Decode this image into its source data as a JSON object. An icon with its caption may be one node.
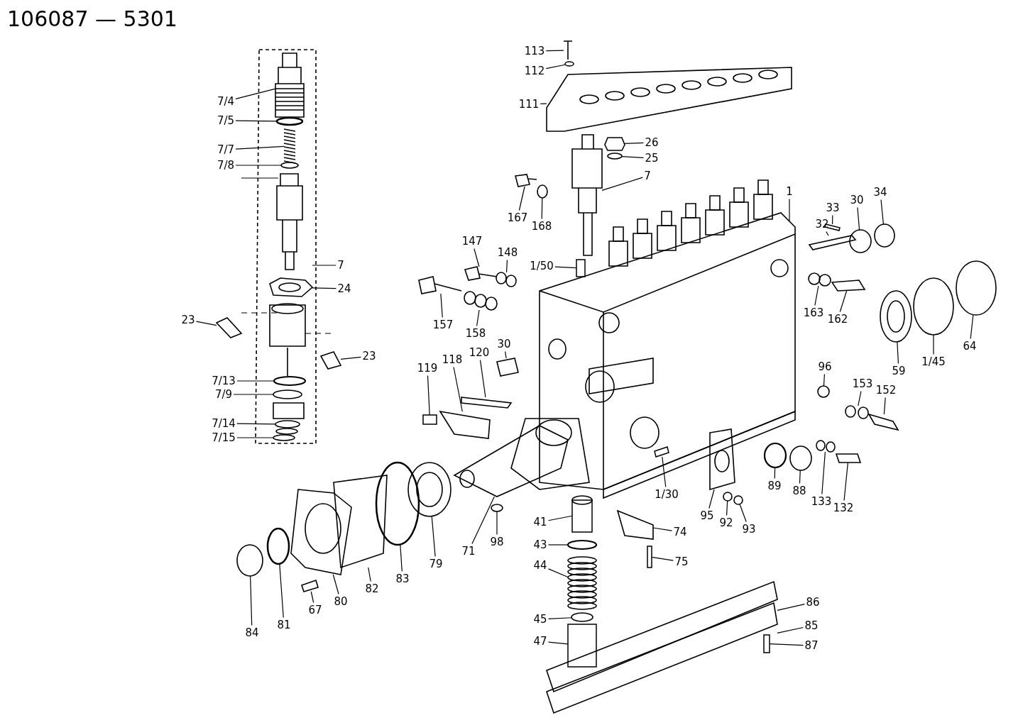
{
  "diagram": {
    "title": "106087 — 5301",
    "nodes": [
      {
        "text": [
          "7/4"
        ]
      },
      {
        "text": [
          "7/5"
        ]
      },
      {
        "text": [
          "7/7"
        ]
      },
      {
        "text": [
          "7/8"
        ]
      },
      {
        "text": [
          "7"
        ]
      },
      {
        "text": [
          "24"
        ]
      },
      {
        "text": [
          "23"
        ]
      },
      {
        "text": [
          "23"
        ]
      },
      {
        "text": [
          "7/13"
        ]
      },
      {
        "text": [
          "7/9"
        ]
      },
      {
        "text": [
          "7/14"
        ]
      },
      {
        "text": [
          "7/15"
        ]
      },
      {
        "text": [
          "113"
        ]
      },
      {
        "text": [
          "112"
        ]
      },
      {
        "text": [
          "111"
        ]
      },
      {
        "text": [
          "26"
        ]
      },
      {
        "text": [
          "25"
        ]
      },
      {
        "text": [
          "7"
        ]
      },
      {
        "text": [
          "167"
        ]
      },
      {
        "text": [
          "168"
        ]
      },
      {
        "text": [
          "147"
        ]
      },
      {
        "text": [
          "148"
        ]
      },
      {
        "text": [
          "1/50"
        ]
      },
      {
        "text": [
          "157"
        ]
      },
      {
        "text": [
          "158"
        ]
      },
      {
        "text": [
          "119"
        ]
      },
      {
        "text": [
          "118"
        ]
      },
      {
        "text": [
          "120"
        ]
      },
      {
        "text": [
          "30"
        ]
      },
      {
        "text": [
          "32"
        ]
      },
      {
        "text": [
          "33"
        ]
      },
      {
        "text": [
          "30"
        ]
      },
      {
        "text": [
          "34"
        ]
      },
      {
        "text": [
          "1"
        ]
      },
      {
        "text": [
          "163"
        ]
      },
      {
        "text": [
          "162"
        ]
      },
      {
        "text": [
          "59"
        ]
      },
      {
        "text": [
          "1/45"
        ]
      },
      {
        "text": [
          "64"
        ]
      },
      {
        "text": [
          "96"
        ]
      },
      {
        "text": [
          "153"
        ]
      },
      {
        "text": [
          "152"
        ]
      },
      {
        "text": [
          "89"
        ]
      },
      {
        "text": [
          "88"
        ]
      },
      {
        "text": [
          "133"
        ]
      },
      {
        "text": [
          "132"
        ]
      },
      {
        "text": [
          "1/30"
        ]
      },
      {
        "text": [
          "95"
        ]
      },
      {
        "text": [
          "92"
        ]
      },
      {
        "text": [
          "93"
        ]
      },
      {
        "text": [
          "41"
        ]
      },
      {
        "text": [
          "43"
        ]
      },
      {
        "text": [
          "44"
        ]
      },
      {
        "text": [
          "45"
        ]
      },
      {
        "text": [
          "47"
        ]
      },
      {
        "text": [
          "74"
        ]
      },
      {
        "text": [
          "75"
        ]
      },
      {
        "text": [
          "98"
        ]
      },
      {
        "text": [
          "71"
        ]
      },
      {
        "text": [
          "79"
        ]
      },
      {
        "text": [
          "83"
        ]
      },
      {
        "text": [
          "82"
        ]
      },
      {
        "text": [
          "80"
        ]
      },
      {
        "text": [
          "81"
        ]
      },
      {
        "text": [
          "84"
        ]
      },
      {
        "text": [
          "67"
        ]
      },
      {
        "text": [
          "86"
        ]
      },
      {
        "text": [
          "85"
        ]
      },
      {
        "text": [
          "87"
        ]
      },
      {
        "text": [],
        "shape": "picture"
      },
      {
        "text": [],
        "shape": "circle"
      },
      {
        "text": [],
        "shape": "picture"
      },
      {
        "text": [],
        "shape": "circle"
      },
      {
        "text": [],
        "shape": "picture"
      },
      {
        "text": [],
        "shape": "picture"
      },
      {
        "text": [],
        "shape": "picture"
      },
      {
        "text": [],
        "shape": "circle"
      },
      {
        "text": [],
        "shape": "circle"
      },
      {
        "text": [],
        "shape": "circle"
      },
      {
        "text": [],
        "shape": "circle"
      },
      {
        "text": [],
        "shape": "picture"
      },
      {
        "text": [],
        "shape": "circle"
      },
      {
        "text": [],
        "shape": "picture"
      },
      {
        "text": [],
        "shape": "picture"
      },
      {
        "text": [],
        "shape": "circle"
      },
      {
        "text": [],
        "shape": "picture"
      },
      {
        "text": [],
        "shape": "picture"
      },
      {
        "text": [],
        "shape": "circle"
      },
      {
        "text": [],
        "shape": "picture"
      },
      {
        "text": [],
        "shape": "picture"
      },
      {
        "text": [],
        "shape": "box"
      },
      {
        "text": [],
        "shape": "picture"
      },
      {
        "text": [],
        "shape": "picture"
      },
      {
        "text": [],
        "shape": "box"
      },
      {
        "text": [],
        "shape": "picture"
      },
      {
        "text": [],
        "shape": "picture"
      },
      {
        "text": [],
        "shape": "picture"
      },
      {
        "text": [],
        "shape": "picture"
      },
      {
        "text": [],
        "shape": "box"
      },
      {
        "text": [],
        "shape": "circle"
      },
      {
        "text": [],
        "shape": "circle"
      },
      {
        "text": [],
        "shape": "picture"
      },
      {
        "text": [],
        "shape": "picture"
      },
      {
        "text": [],
        "shape": "picture"
      },
      {
        "text": [],
        "shape": "circle"
      },
      {
        "text": [],
        "shape": "circle"
      },
      {
        "text": [],
        "shape": "circle"
      },
      {
        "text": [],
        "shape": "picture"
      },
      {
        "text": [],
        "shape": "picture"
      },
      {
        "text": [],
        "shape": "circle"
      },
      {
        "text": [],
        "shape": "circle"
      },
      {
        "text": [],
        "shape": "picture"
      },
      {
        "text": [],
        "shape": "picture"
      },
      {
        "text": [],
        "shape": "box"
      },
      {
        "text": [],
        "shape": "picture"
      },
      {
        "text": [],
        "shape": "circle"
      },
      {
        "text": [],
        "shape": "circle"
      },
      {
        "text": [],
        "shape": "box"
      },
      {
        "text": [],
        "shape": "circle"
      },
      {
        "text": [],
        "shape": "picture"
      },
      {
        "text": [],
        "shape": "circle"
      },
      {
        "text": [],
        "shape": "box"
      },
      {
        "text": [],
        "shape": "picture"
      },
      {
        "text": [],
        "shape": "box"
      },
      {
        "text": [],
        "shape": "circle"
      },
      {
        "text": [],
        "shape": "picture"
      },
      {
        "text": [],
        "shape": "picture"
      },
      {
        "text": [],
        "shape": "circle"
      },
      {
        "text": [],
        "shape": "picture"
      },
      {
        "text": [],
        "shape": "picture"
      },
      {
        "text": [],
        "shape": "circle"
      },
      {
        "text": [],
        "shape": "circle"
      },
      {
        "text": [],
        "shape": "picture"
      },
      {
        "text": [],
        "shape": "picture"
      },
      {
        "text": [],
        "shape": "picture"
      },
      {
        "text": [],
        "shape": "box"
      }
    ],
    "edges": [
      {
        "from": 0,
        "to": 69,
        "arrow": "none"
      },
      {
        "from": 1,
        "to": 70,
        "arrow": "none"
      },
      {
        "from": 2,
        "to": 71,
        "arrow": "none"
      },
      {
        "from": 3,
        "to": 72,
        "arrow": "none"
      },
      {
        "from": 4,
        "to": null,
        "arrow": "none"
      },
      {
        "from": 5,
        "to": 73,
        "arrow": "none"
      },
      {
        "from": 6,
        "to": 74,
        "arrow": "none"
      },
      {
        "from": 7,
        "to": 75,
        "arrow": "none"
      },
      {
        "from": 8,
        "to": 76,
        "arrow": "none"
      },
      {
        "from": 9,
        "to": 77,
        "arrow": "none"
      },
      {
        "from": 10,
        "to": 78,
        "arrow": "none"
      },
      {
        "from": 11,
        "to": 79,
        "arrow": "none"
      },
      {
        "from": 12,
        "to": 80,
        "arrow": "none"
      },
      {
        "from": 13,
        "to": 81,
        "arrow": "none"
      },
      {
        "from": 14,
        "to": 82,
        "arrow": "none"
      },
      {
        "from": 15,
        "to": 83,
        "arrow": "none"
      },
      {
        "from": 16,
        "to": 84,
        "arrow": "none"
      },
      {
        "from": 17,
        "to": 85,
        "arrow": "none"
      },
      {
        "from": 18,
        "to": 86,
        "arrow": "none"
      },
      {
        "from": 19,
        "to": 87,
        "arrow": "none"
      },
      {
        "from": 20,
        "to": 88,
        "arrow": "none"
      },
      {
        "from": 21,
        "to": 89,
        "arrow": "none"
      },
      {
        "from": 22,
        "to": 90,
        "arrow": "none"
      },
      {
        "from": 23,
        "to": 91,
        "arrow": "none"
      },
      {
        "from": 24,
        "to": 92,
        "arrow": "none"
      },
      {
        "from": 25,
        "to": 93,
        "arrow": "none"
      },
      {
        "from": 26,
        "to": 94,
        "arrow": "none"
      },
      {
        "from": 27,
        "to": 95,
        "arrow": "none"
      },
      {
        "from": 28,
        "to": 96,
        "arrow": "none"
      },
      {
        "from": 29,
        "to": 97,
        "arrow": "none"
      },
      {
        "from": 30,
        "to": 98,
        "arrow": "none"
      },
      {
        "from": 31,
        "to": 99,
        "arrow": "none"
      },
      {
        "from": 32,
        "to": 100,
        "arrow": "none"
      },
      {
        "from": 33,
        "to": null,
        "arrow": "none"
      },
      {
        "from": 34,
        "to": 101,
        "arrow": "none"
      },
      {
        "from": 35,
        "to": 102,
        "arrow": "none"
      },
      {
        "from": 36,
        "to": 103,
        "arrow": "none"
      },
      {
        "from": 37,
        "to": 104,
        "arrow": "none"
      },
      {
        "from": 38,
        "to": 105,
        "arrow": "none"
      },
      {
        "from": 39,
        "to": 106,
        "arrow": "none"
      },
      {
        "from": 40,
        "to": 107,
        "arrow": "none"
      },
      {
        "from": 41,
        "to": 108,
        "arrow": "none"
      },
      {
        "from": 42,
        "to": 109,
        "arrow": "none"
      },
      {
        "from": 43,
        "to": 110,
        "arrow": "none"
      },
      {
        "from": 44,
        "to": 111,
        "arrow": "none"
      },
      {
        "from": 45,
        "to": 112,
        "arrow": "none"
      },
      {
        "from": 46,
        "to": 113,
        "arrow": "none"
      },
      {
        "from": 47,
        "to": 114,
        "arrow": "none"
      },
      {
        "from": 48,
        "to": 115,
        "arrow": "none"
      },
      {
        "from": 49,
        "to": 116,
        "arrow": "none"
      },
      {
        "from": 50,
        "to": 117,
        "arrow": "none"
      },
      {
        "from": 51,
        "to": 118,
        "arrow": "none"
      },
      {
        "from": 52,
        "to": 119,
        "arrow": "none"
      },
      {
        "from": 53,
        "to": 120,
        "arrow": "none"
      },
      {
        "from": 54,
        "to": 121,
        "arrow": "none"
      },
      {
        "from": 55,
        "to": 122,
        "arrow": "none"
      },
      {
        "from": 56,
        "to": 123,
        "arrow": "none"
      },
      {
        "from": 57,
        "to": 124,
        "arrow": "none"
      },
      {
        "from": 58,
        "to": 125,
        "arrow": "none"
      },
      {
        "from": 59,
        "to": 126,
        "arrow": "none"
      },
      {
        "from": 60,
        "to": 127,
        "arrow": "none"
      },
      {
        "from": 61,
        "to": 128,
        "arrow": "none"
      },
      {
        "from": 62,
        "to": 129,
        "arrow": "none"
      },
      {
        "from": 63,
        "to": 130,
        "arrow": "none"
      },
      {
        "from": 64,
        "to": 131,
        "arrow": "none"
      },
      {
        "from": 65,
        "to": 132,
        "arrow": "none"
      },
      {
        "from": 66,
        "to": 133,
        "arrow": "none"
      },
      {
        "from": 67,
        "to": 134,
        "arrow": "none"
      },
      {
        "from": 68,
        "to": 135,
        "arrow": "none"
      }
    ]
  }
}
